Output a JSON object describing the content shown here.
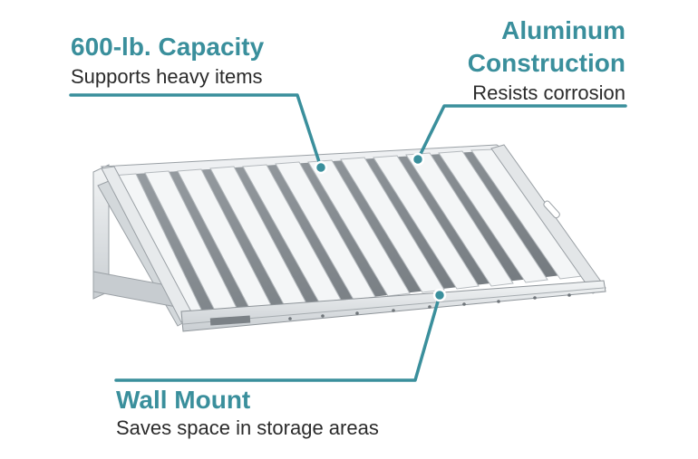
{
  "callouts": {
    "capacity": {
      "title": "600-lb. Capacity",
      "subtitle": "Supports heavy items"
    },
    "aluminum": {
      "title_line1": "Aluminum",
      "title_line2": "Construction",
      "subtitle": "Resists corrosion"
    },
    "wall_mount": {
      "title": "Wall Mount",
      "subtitle": "Saves space in storage areas"
    }
  },
  "colors": {
    "accent": "#3a8f9c",
    "text": "#2b2b2b",
    "background": "#ffffff",
    "metal": "#dfe3e6"
  },
  "image": {
    "subject": "aluminum wall-mounted shelf with slatted top"
  }
}
